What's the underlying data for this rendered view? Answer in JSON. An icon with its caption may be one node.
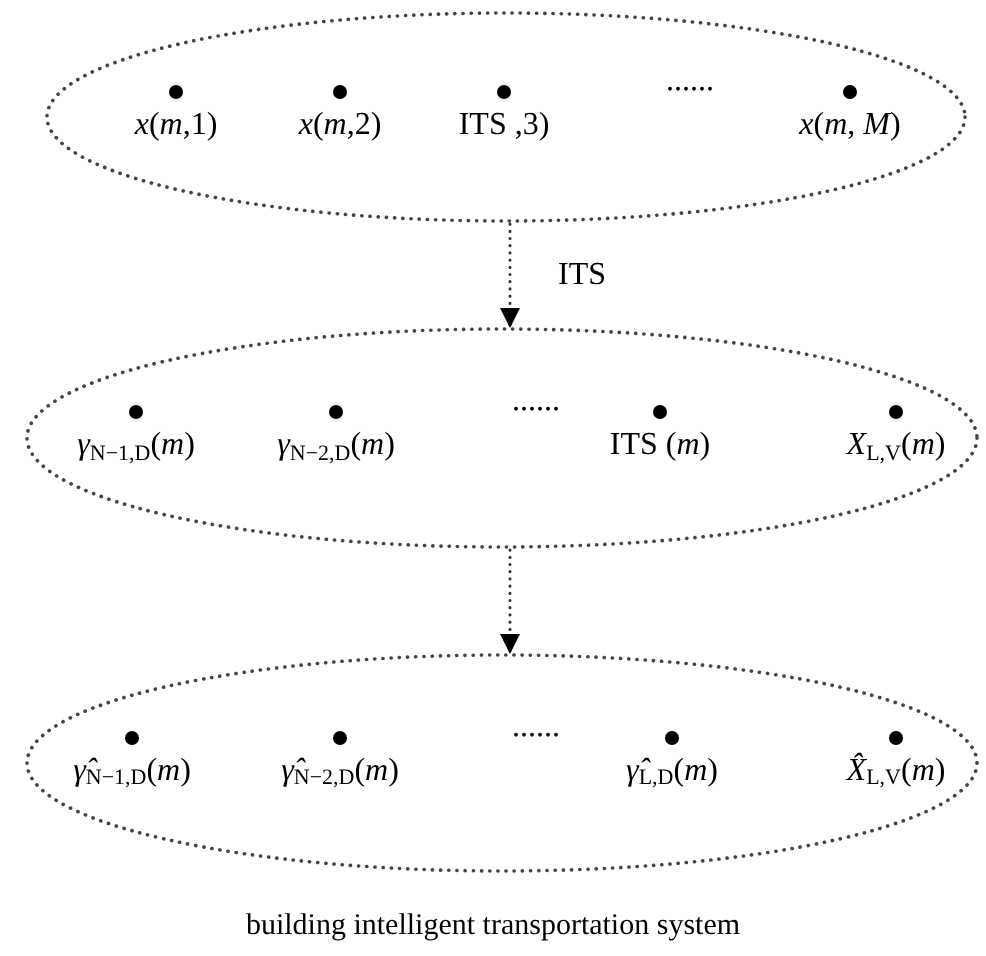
{
  "diagram": {
    "caption": "building intelligent transportation system",
    "nodes": [
      {
        "text": [
          "*x*(*m*,1)",
          "*x*(*m*,2)",
          "ITS ,3)",
          "......",
          "*x*(*m*, *M*)"
        ]
      },
      {
        "text": [
          "*γ*$_{N−1,D}$(*m*)",
          "*γ*$_{N−2,D}$(*m*)",
          "......",
          "ITS (*m*)",
          "*X*$_{L,V}$(*m*)"
        ]
      },
      {
        "text": [
          "*γ̂*$_{N−1,D}$(*m*)",
          "*γ̂*$_{N−2,D}$(*m*)",
          "......",
          "*γ̂*$_{L,D}$(*m*)",
          "*X̂*$_{L,V}$(*m*)"
        ]
      }
    ],
    "edges": [
      {
        "from": 0,
        "to": 1,
        "arrow": "to",
        "label": "ITS",
        "style": "dashed"
      },
      {
        "from": 1,
        "to": 2,
        "arrow": "to",
        "style": "dashed"
      }
    ]
  }
}
